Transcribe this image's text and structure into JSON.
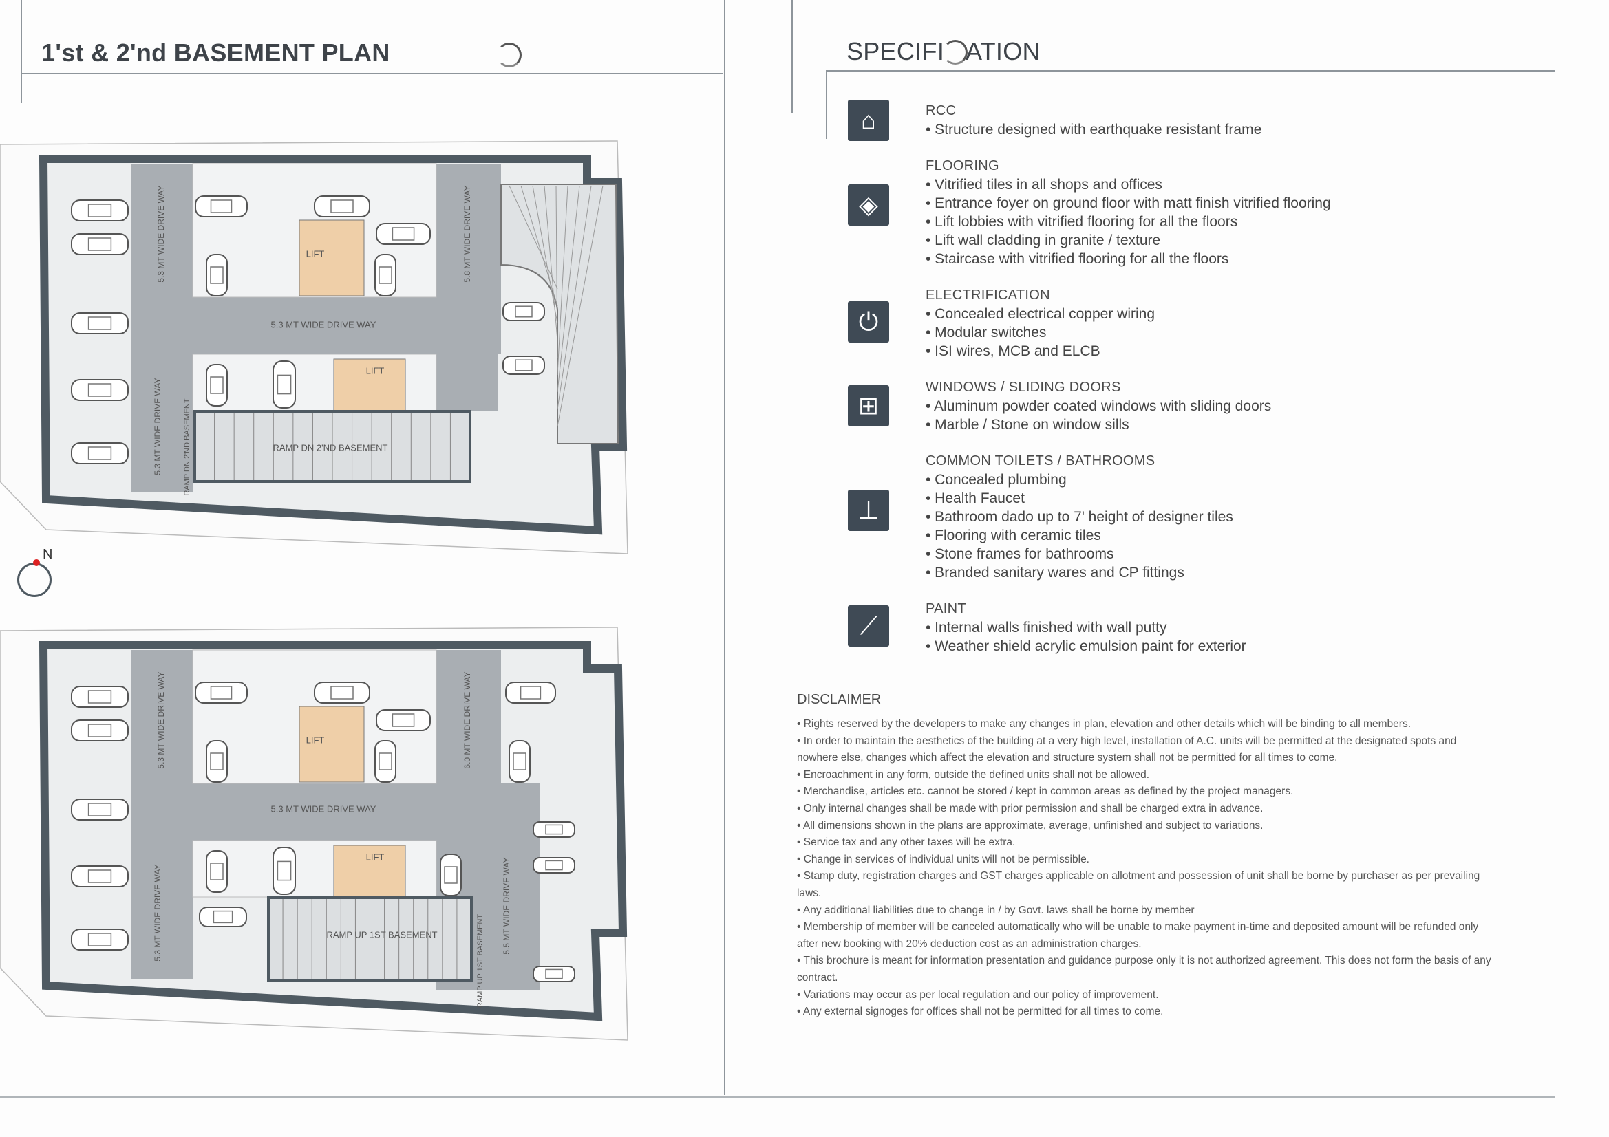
{
  "left": {
    "title": "1'st & 2'nd BASEMENT PLAN",
    "compass_label": "N",
    "plans": [
      {
        "labels": {
          "drive_left_top": "5.3 MT WIDE DRIVE WAY",
          "drive_left_bottom": "5.3 MT WIDE DRIVE WAY",
          "drive_right": "5.8 MT WIDE DRIVE WAY",
          "drive_center": "5.3 MT WIDE DRIVE WAY",
          "lift_top": "LIFT",
          "lift_bottom": "LIFT",
          "ramp": "RAMP DN 2'ND BASEMENT",
          "ramp_side": "RAMP DN 2'ND BASEMENT"
        }
      },
      {
        "labels": {
          "drive_left_top": "5.3 MT WIDE DRIVE WAY",
          "drive_left_bottom": "5.3 MT WIDE DRIVE WAY",
          "drive_right": "6.0 MT WIDE DRIVE WAY",
          "drive_right_bottom": "5.5 MT WIDE DRIVE WAY",
          "drive_center": "5.3 MT WIDE DRIVE WAY",
          "lift_top": "LIFT",
          "lift_bottom": "LIFT",
          "ramp": "RAMP UP 1ST BASEMENT",
          "ramp_side": "RAMP UP 1ST BASEMENT"
        }
      }
    ]
  },
  "right": {
    "title_part1": "SPECIFI",
    "title_part2": "ATION",
    "sections": [
      {
        "icon": "building-icon",
        "heading": "RCC",
        "items": [
          "• Structure designed with earthquake resistant frame"
        ]
      },
      {
        "icon": "tiles-icon",
        "heading": "FLOORING",
        "items": [
          "• Vitrified tiles in all shops and offices",
          "• Entrance foyer on ground floor with matt finish vitrified flooring",
          "• Lift lobbies with vitrified flooring for all the floors",
          "• Lift wall cladding in granite / texture",
          "• Staircase with vitrified flooring for all the floors"
        ]
      },
      {
        "icon": "plug-icon",
        "heading": "ELECTRIFICATION",
        "items": [
          "• Concealed electrical copper wiring",
          "• Modular switches",
          "• ISI wires, MCB and ELCB"
        ]
      },
      {
        "icon": "window-icon",
        "heading": "WINDOWS / SLIDING DOORS",
        "items": [
          "• Aluminum powder coated windows with sliding doors",
          "• Marble / Stone on window sills"
        ]
      },
      {
        "icon": "toilet-icon",
        "heading": "COMMON TOILETS / BATHROOMS",
        "items": [
          "• Concealed plumbing",
          "• Health Faucet",
          "• Bathroom dado up to 7' height of designer tiles",
          "• Flooring with ceramic tiles",
          "• Stone frames for bathrooms",
          "• Branded sanitary wares and CP fittings"
        ]
      },
      {
        "icon": "paint-roller-icon",
        "heading": "PAINT",
        "items": [
          "• Internal walls finished with wall putty",
          "• Weather shield acrylic emulsion paint for exterior"
        ]
      }
    ],
    "disclaimer": {
      "heading": "DISCLAIMER",
      "items": [
        "• Rights reserved by the developers to make any changes in plan, elevation and other details which will be binding to all members.",
        "• In order to maintain the aesthetics of the building at a very high level, installation of A.C. units will be permitted at the designated spots and nowhere else, changes which affect the elevation and structure system shall not be permitted for all times to come.",
        "• Encroachment in any form, outside the defined units shall not be allowed.",
        "• Merchandise, articles etc. cannot be stored / kept in common areas as defined by the project managers.",
        "• Only internal changes shall be made with prior permission and shall be charged extra in advance.",
        "• All dimensions shown in the plans are approximate, average, unfinished and subject to variations.",
        "• Service tax and any other taxes will be extra.",
        "• Change in services of individual units will not be permissible.",
        "• Stamp duty, registration charges and GST charges applicable on allotment and possession of unit shall be borne by purchaser as per prevailing laws.",
        "• Any additional liabilities due to change in / by Govt. laws shall be borne by member",
        "• Membership of member will be canceled automatically who will be unable to make payment in-time and deposited amount will be refunded only after new booking with 20% deduction cost as an administration charges.",
        "• This brochure is meant for information presentation and guidance purpose only it is not authorized agreement. This does not form the basis of any contract.",
        "• Variations may occur as per local regulation and our policy of improvement.",
        "• Any external signoges for offices shall not be permitted for all times to come."
      ]
    }
  },
  "colors": {
    "wall": "#4f5a62",
    "driveway": "#a9aeb3",
    "floor": "#eceeef",
    "lift": "#efcfa8",
    "icon_bg": "#3f4a55"
  }
}
